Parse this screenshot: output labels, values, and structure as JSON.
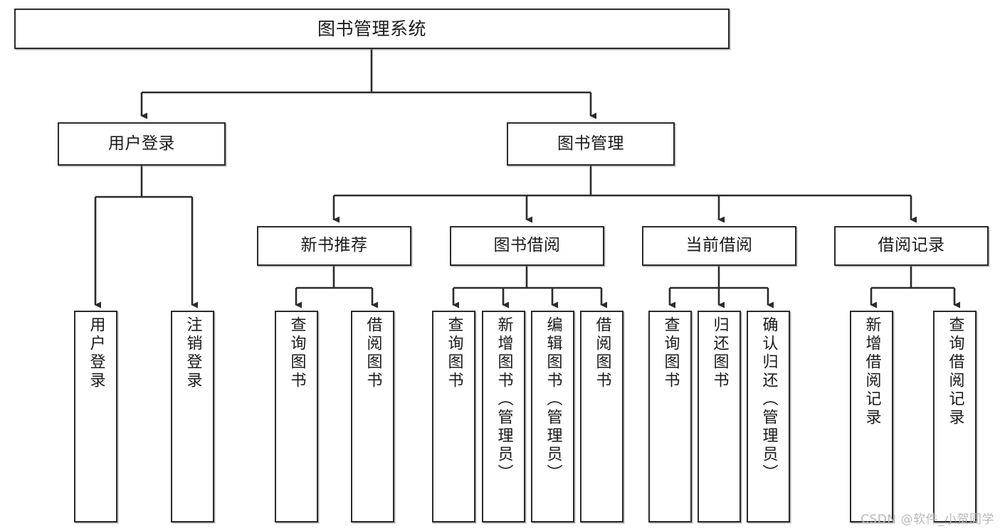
{
  "diagram": {
    "type": "tree-hierarchy",
    "title": "图书管理系统",
    "orientation": "top-down",
    "colors": {
      "box_border": "#2b2b2b",
      "box_fill": "#ffffff",
      "edge": "#2b2b2b",
      "text": "#1a1a1a",
      "watermark": "#b9b9b9",
      "background": "#ffffff"
    }
  },
  "nodes": {
    "root": {
      "label": "图书管理系统",
      "level": 1
    },
    "level2": [
      {
        "id": "user-login",
        "label": "用户登录"
      },
      {
        "id": "book-manage",
        "label": "图书管理"
      }
    ],
    "level3": [
      {
        "id": "new-book-recommend",
        "label": "新书推荐"
      },
      {
        "id": "book-borrow",
        "label": "图书借阅"
      },
      {
        "id": "current-borrow",
        "label": "当前借阅"
      },
      {
        "id": "borrow-record",
        "label": "借阅记录"
      }
    ],
    "leaves": {
      "user-login": [
        {
          "id": "leaf-user-login",
          "label": "用户登录"
        },
        {
          "id": "leaf-logout-login",
          "label": "注销登录"
        }
      ],
      "new-book-recommend": [
        {
          "id": "leaf-query-book-1",
          "label": "查询图书"
        },
        {
          "id": "leaf-borrow-book-1",
          "label": "借阅图书"
        }
      ],
      "book-borrow": [
        {
          "id": "leaf-query-book-2",
          "label": "查询图书"
        },
        {
          "id": "leaf-add-book",
          "label": "新增图书（管理员）"
        },
        {
          "id": "leaf-edit-book",
          "label": "编辑图书（管理员）"
        },
        {
          "id": "leaf-borrow-book-2",
          "label": "借阅图书"
        }
      ],
      "current-borrow": [
        {
          "id": "leaf-query-book-3",
          "label": "查询图书"
        },
        {
          "id": "leaf-return-book",
          "label": "归还图书"
        },
        {
          "id": "leaf-confirm-return",
          "label": "确认归还（管理员）"
        }
      ],
      "borrow-record": [
        {
          "id": "leaf-add-record",
          "label": "新增借阅记录"
        },
        {
          "id": "leaf-query-record",
          "label": "查询借阅记录"
        }
      ]
    }
  },
  "watermark": {
    "text": "CSDN @软件_小贺同学"
  }
}
